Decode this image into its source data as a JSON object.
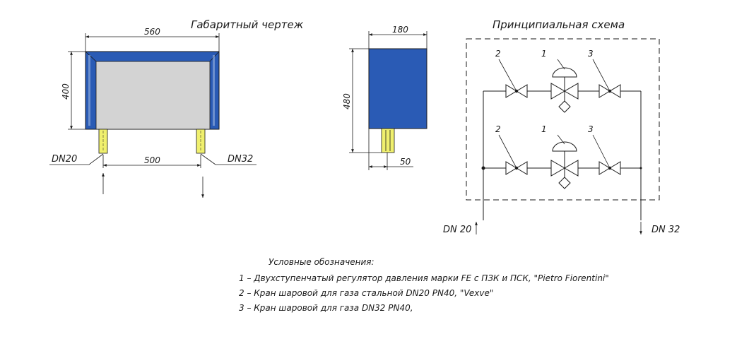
{
  "titles": {
    "dimensional": "Габаритный чертеж",
    "schematic": "Принципиальная схема"
  },
  "front_view": {
    "width_label": "560",
    "height_label": "400",
    "pipe_spacing_label": "500",
    "left_pipe_label": "DN20",
    "right_pipe_label": "DN32"
  },
  "side_view": {
    "width_label": "180",
    "height_label": "480",
    "pipe_label": "50"
  },
  "schematic": {
    "top_row": [
      "2",
      "1",
      "3"
    ],
    "bottom_row": [
      "2",
      "1",
      "3"
    ],
    "inlet_label": "DN 20",
    "outlet_label": "DN 32"
  },
  "legend": {
    "heading": "Условные обозначения:",
    "items": [
      "1 – Двухступенчатый регулятор давления марки FE с ПЗК и ПСК, \"Pietro Fiorentini\"",
      "2 – Кран шаровой для газа стальной DN20 PN40, \"Vexve\"",
      "3 – Кран шаровой для газа DN32 PN40,"
    ]
  },
  "colors": {
    "cabinet_blue": "#2a5bb5",
    "panel_gray": "#d3d3d3",
    "pipe_yellow": "#f0f06e"
  }
}
